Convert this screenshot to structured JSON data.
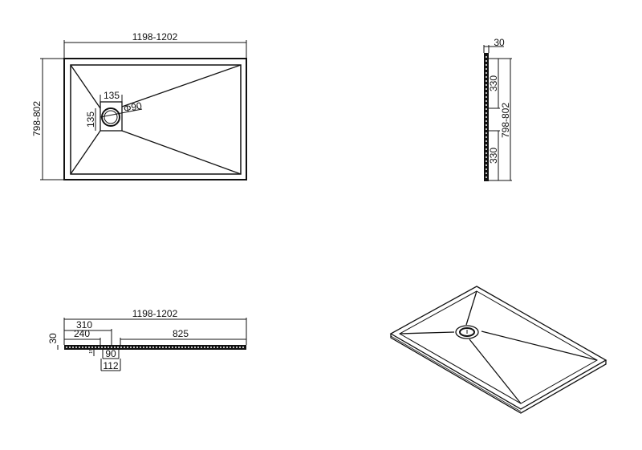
{
  "top_view": {
    "width_label": "1198-1202",
    "depth_label": "798-802",
    "drain_width_label": "135",
    "drain_depth_label": "135",
    "drain_diameter_label": "Φ90"
  },
  "side_view": {
    "thickness_label": "30",
    "depth_label": "798-802",
    "upper_segment_label": "330",
    "lower_segment_label": "330"
  },
  "front_view": {
    "width_label": "1198-1202",
    "drain_offset_outer_label": "310",
    "drain_offset_inner_label": "240",
    "remaining_label": "825",
    "thickness_label": "30",
    "drain_inner_label": "90",
    "drain_outer_label": "112",
    "small_label": "15"
  },
  "colors": {
    "line": "#111111",
    "background": "#ffffff"
  }
}
